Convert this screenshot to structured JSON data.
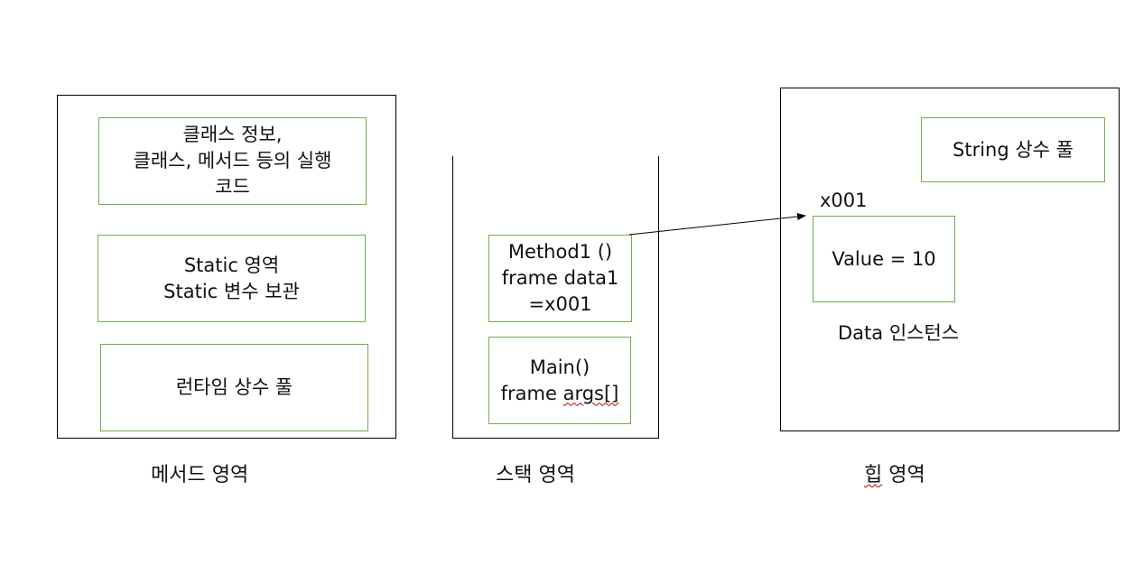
{
  "method_area": {
    "caption": "메서드 영역",
    "class_info": {
      "line1": "클래스 정보,",
      "line2": "클래스, 메서드 등의 실행",
      "line3": "코드"
    },
    "static_area": {
      "line1": "Static 영역",
      "line2": "Static 변수 보관"
    },
    "runtime_pool": "런타임 상수 풀"
  },
  "stack_area": {
    "caption": "스택 영역",
    "method1_frame": {
      "line1": "Method1 ()",
      "line2": "frame data1",
      "line3": "=x001"
    },
    "main_frame": {
      "line1": "Main()",
      "line2_prefix": "frame ",
      "line2_word": "args[]"
    }
  },
  "heap_area": {
    "caption": "힙 영역",
    "string_pool": "String 상수 풀",
    "instance_address": "x001",
    "instance_value": "Value = 10",
    "instance_label": "Data 인스턴스"
  },
  "colors": {
    "box_border": "#70ad47",
    "frame_border": "#000000",
    "spellcheck_underline": "#c00000"
  }
}
